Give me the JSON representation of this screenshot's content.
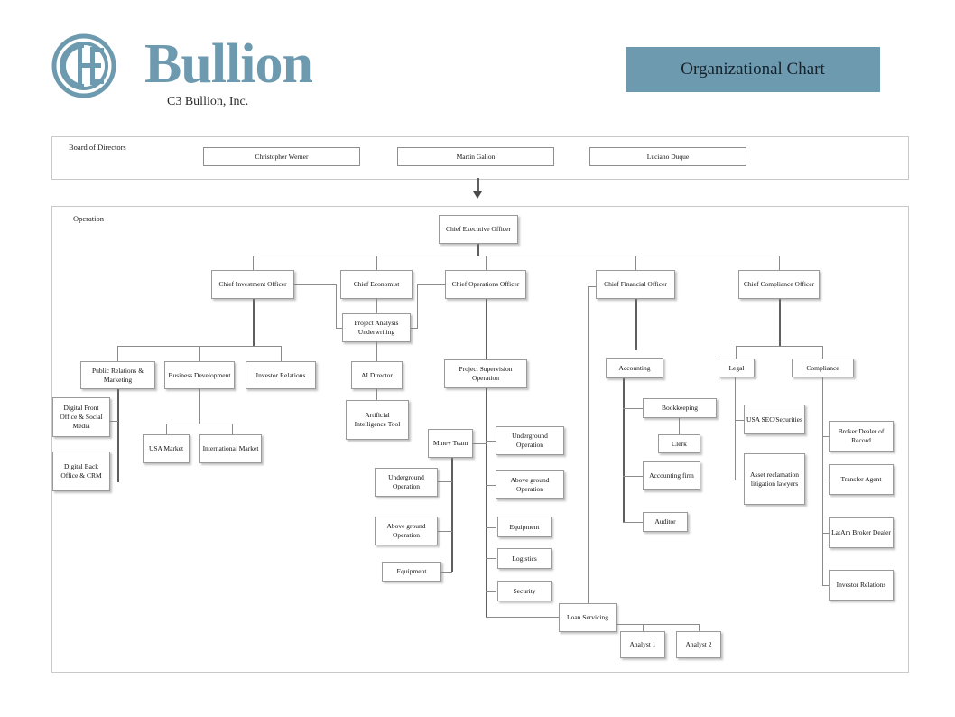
{
  "header": {
    "logo_icon": "c3-bullion-circle-logo",
    "wordmark": "Bullion",
    "company": "C3 Bullion, Inc.",
    "title": "Organizational Chart",
    "accent_color": "#6e9ab0",
    "title_text_color": "#15232b"
  },
  "panels": {
    "board_label": "Board of Directors",
    "operation_label": "Operation"
  },
  "board": {
    "members": [
      {
        "name": "Christopher Werner"
      },
      {
        "name": "Martin Gallon"
      },
      {
        "name": "Luciano Duque"
      }
    ]
  },
  "org": {
    "ceo": "Chief Executive Officer",
    "executives": [
      "Chief Investment Officer",
      "Chief Economist",
      "Chief Operations Officer",
      "Chief Financial Officer",
      "Chief Compliance Officer"
    ],
    "cio_branch": {
      "public_relations": "Public Relations & Marketing",
      "business_development": "Business Development",
      "investor_relations": "Investor Relations",
      "pr_children": [
        "Digital Front Office & Social Media",
        "Digital Back Office & CRM"
      ],
      "bd_children": [
        "USA Market",
        "International Market"
      ]
    },
    "economist_branch": {
      "project_analysis": "Project Analysis Underwriting",
      "ai_director": "AI Director",
      "ai_tool": "Artificial Intelligence Tool"
    },
    "coo_branch": {
      "project_supervision": "Project Supervision Operation",
      "mine_team": "Mine+ Team",
      "mine_team_children": [
        "Underground Operation",
        "Above ground Operation",
        "Equipment"
      ],
      "supervision_children": [
        "Underground Operation",
        "Above ground Operation",
        "Equipment",
        "Logistics",
        "Security"
      ]
    },
    "cfo_branch": {
      "accounting": "Accounting",
      "accounting_children": [
        "Bookkeeping",
        "Accounting firm",
        "Auditor"
      ],
      "bookkeeping_child": "Clerk",
      "loan_servicing": "Loan Servicing",
      "loan_children": [
        "Analyst 1",
        "Analyst 2"
      ]
    },
    "cco_branch": {
      "legal": "Legal",
      "legal_children": [
        "USA SEC/Securities",
        "Asset reclamation litigation lawyers"
      ],
      "compliance": "Compliance",
      "compliance_children": [
        "Broker Dealer of Record",
        "Transfer Agent",
        "LatAm Broker Dealer",
        "Investor Relations"
      ]
    }
  }
}
